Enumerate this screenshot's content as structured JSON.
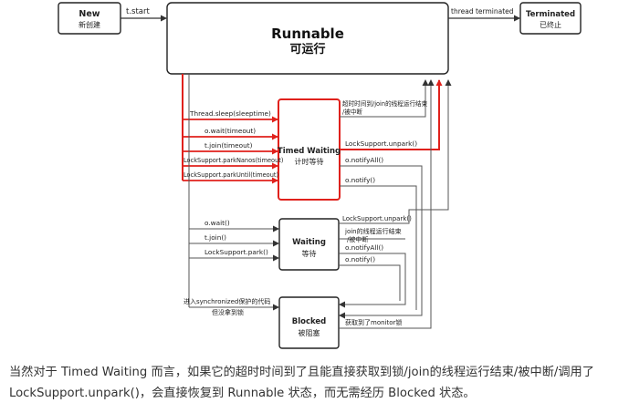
{
  "states": {
    "new": {
      "en": "New",
      "zh": "新创建"
    },
    "runnable": {
      "en": "Runnable",
      "zh": "可运行"
    },
    "terminated": {
      "en": "Terminated",
      "zh": "已终止"
    },
    "timed_waiting": {
      "en": "Timed Waiting",
      "zh": "计时等待"
    },
    "waiting": {
      "en": "Waiting",
      "zh": "等待"
    },
    "blocked": {
      "en": "Blocked",
      "zh": "被阻塞"
    }
  },
  "transitions": {
    "start": "t.start",
    "terminated": "thread terminated",
    "timed_enter": [
      "Thread.sleep(sleeptime)",
      "o.wait(timeout)",
      "t.join(timeout)",
      "LockSupport.parkNanos(timeout)",
      "LockSupport.parkUntil(timeout)"
    ],
    "timed_exit": [
      "超时时间到/join的线程运行结束",
      "/被中断",
      "LockSupport.unpark()",
      "o.notifyAll()",
      "o.notify()"
    ],
    "waiting_enter": [
      "o.wait()",
      "t.join()",
      "LockSupport.park()"
    ],
    "waiting_exit": [
      "LockSupport.unpark()",
      "join的线程运行结束",
      "/被中断",
      "o.notifyAll()",
      "o.notify()"
    ],
    "blocked_enter": [
      "进入synchronized保护的代码",
      "但没拿到锁"
    ],
    "blocked_exit": "获取到了monitor锁"
  },
  "caption": "当然对于 Timed Waiting 而言，如果它的超时时间到了且能直接获取到锁/join的线程运行结束/被中断/调用了LockSupport.unpark()，会直接恢复到 Runnable 状态，而无需经历 Blocked 状态。",
  "colors": {
    "highlight": "#e0211c",
    "line": "#222222",
    "thin": "#555555"
  }
}
